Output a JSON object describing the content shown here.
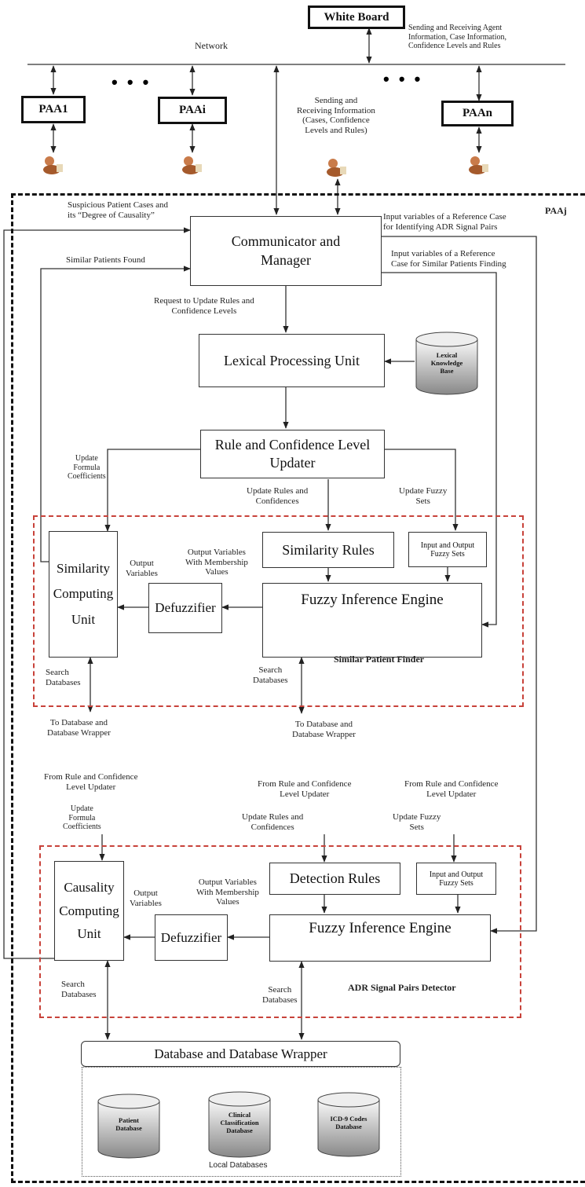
{
  "network": {
    "label": "Network",
    "white_board": "White Board",
    "wb_note": [
      "Sending and Receiving Agent",
      "Information, Case Information,",
      "Confidence Levels and Rules"
    ],
    "agents": [
      "PAA1",
      "PAAi",
      "PAAn"
    ],
    "ellipsis": "• • •",
    "send_receive": [
      "Sending and",
      "Receiving Information",
      "(Cases, Confidence",
      "Levels and Rules)"
    ]
  },
  "paaj": {
    "label": "PAAj",
    "suspicious": [
      "Suspicious Patient Cases and",
      "its “Degree of Causality”"
    ],
    "similar_found": "Similar Patients Found",
    "input_adr": [
      "Input variables of a Reference Case",
      "for Identifying ADR Signal Pairs"
    ],
    "input_similar": [
      "Input variables of a Reference",
      "Case for Similar Patients Finding"
    ],
    "communicator": [
      "Communicator and",
      "Manager"
    ],
    "request_update": [
      "Request to Update Rules and",
      "Confidence Levels"
    ],
    "lexical_unit": "Lexical Processing Unit",
    "lexical_kb": [
      "Lexical",
      "Knowledge",
      "Base"
    ],
    "rule_updater": [
      "Rule and Confidence Level",
      "Updater"
    ],
    "update_coeff": [
      "Update",
      "Formula",
      "Coefficients"
    ],
    "update_rules_conf": [
      "Update Rules and",
      "Confidences"
    ],
    "update_fuzzy": [
      "Update Fuzzy",
      "Sets"
    ]
  },
  "spf": {
    "title": "Similar Patient Finder",
    "similarity_unit": [
      "Similarity",
      "Computing",
      "Unit"
    ],
    "output_vars": [
      "Output",
      "Variables"
    ],
    "output_membership": [
      "Output Variables",
      "With Membership",
      "Values"
    ],
    "similarity_rules": "Similarity Rules",
    "io_fuzzy": [
      "Input and Output",
      "Fuzzy Sets"
    ],
    "defuzzifier": "Defuzzifier",
    "fie": "Fuzzy Inference Engine",
    "search_db": [
      "Search",
      "Databases"
    ],
    "to_db": [
      "To Database and",
      "Database Wrapper"
    ]
  },
  "adr": {
    "title": "ADR Signal Pairs Detector",
    "from_updater": [
      "From Rule and Confidence",
      "Level Updater"
    ],
    "update_coeff": [
      "Update",
      "Formula",
      "Coefficients"
    ],
    "update_rules_conf": [
      "Update Rules and",
      "Confidences"
    ],
    "update_fuzzy": [
      "Update Fuzzy",
      "Sets"
    ],
    "causality_unit": [
      "Causality",
      "Computing",
      "Unit"
    ],
    "output_vars": [
      "Output",
      "Variables"
    ],
    "output_membership": [
      "Output Variables",
      "With Membership",
      "Values"
    ],
    "detection_rules": "Detection Rules",
    "io_fuzzy": [
      "Input and Output",
      "Fuzzy Sets"
    ],
    "defuzzifier": "Defuzzifier",
    "fie": "Fuzzy Inference Engine",
    "search_db": [
      "Search",
      "Databases"
    ]
  },
  "db": {
    "wrapper": "Database and Database Wrapper",
    "patient": [
      "Patient",
      "Database"
    ],
    "clinical": [
      "Clinical",
      "Classification",
      "Database"
    ],
    "icd": [
      "ICD-9 Codes",
      "Database"
    ],
    "local": "Local Databases"
  }
}
